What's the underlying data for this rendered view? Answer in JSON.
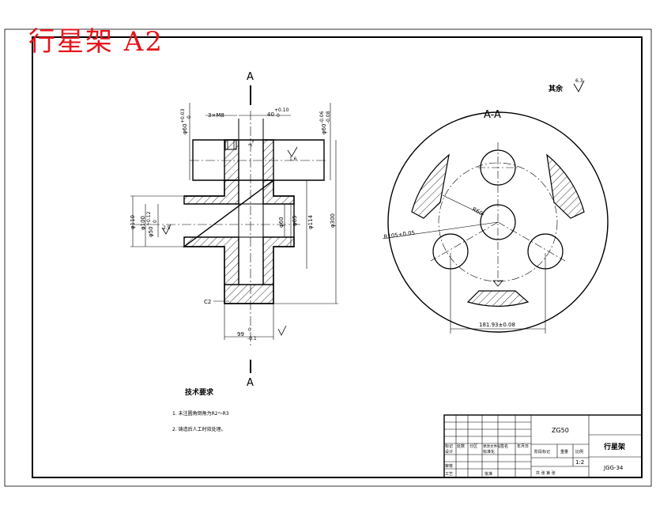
{
  "sheet": {
    "title": "行星架 A2",
    "colors": {
      "stamp_red": "#e8141b",
      "line": "#000000",
      "background": "#ffffff"
    }
  },
  "drawing": {
    "section_marker_top": "A",
    "section_marker_bottom": "A",
    "section_view_title": "A-A",
    "roughness_note": "其余",
    "roughness_value": "6.3",
    "dimensions": {
      "hole_spec": "3×M8",
      "depth_40": "40",
      "depth_40_tol_upper": "+0.10",
      "depth_40_tol_lower": "0",
      "dia60_top": "φ60",
      "dia60_top_tol_upper": "+0.03",
      "dia60_top_tol_lower": "0",
      "dia60_right": "φ60",
      "dia60_right_tol_upper": "-0.06",
      "dia60_right_tol_lower": "-0.08",
      "dia110": "φ110",
      "dia100": "φ100",
      "dia50": "φ50",
      "dia50_tol_upper": "+0.12",
      "dia50_tol_lower": "0",
      "dia60_inner": "φ60",
      "dia65": "φ65",
      "dia114": "φ114",
      "dia300": "φ300",
      "chamfer": "C2",
      "length_99": "99",
      "length_99_tol_upper": "0",
      "length_99_tol_lower": "-0.1",
      "roughness_16": "1.6",
      "roughness_32": "3.2",
      "roughness_25": "2.5",
      "radius_r60": "R60",
      "radius_r105": "R105±0.05",
      "span_181": "181.93±0.08"
    }
  },
  "tech_requirements": {
    "title": "技术要求",
    "items": [
      "1. 未注圆角倒角为R2～R3",
      "2. 铸造后人工时效处理。"
    ]
  },
  "title_block": {
    "material": "ZG50",
    "part_name": "行星架",
    "drawing_number": "JGG-34",
    "scale": "1:2",
    "row_labels": [
      "标记",
      "处数",
      "分区",
      "更改文件号",
      "签名",
      "年月日"
    ],
    "role_labels": [
      "设计",
      "审核",
      "工艺"
    ],
    "extra_labels": [
      "标准化",
      "批准",
      "阶段标记",
      "重量",
      "比例"
    ],
    "sheet_info": "共 张 第 张"
  }
}
